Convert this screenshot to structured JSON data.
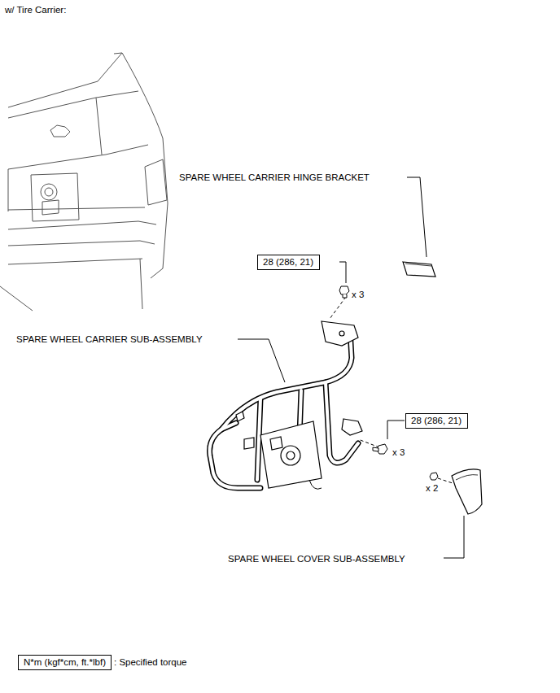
{
  "diagram": {
    "title": "w/ Tire Carrier:",
    "nodes": [
      {
        "text": [
          "28 (286, 21)"
        ]
      },
      {
        "text": [
          "28 (286, 21)"
        ]
      },
      {
        "text": [
          "N*m (kgf*cm, ft.*lbf)"
        ]
      }
    ],
    "edges": [],
    "labels": [
      "SPARE WHEEL CARRIER HINGE BRACKET",
      "x 3",
      "SPARE WHEEL CARRIER SUB-ASSEMBLY",
      "x 3",
      "x 2",
      "SPARE WHEEL COVER SUB-ASSEMBLY"
    ],
    "legend": [
      {
        "text": ": Specified torque"
      }
    ]
  }
}
